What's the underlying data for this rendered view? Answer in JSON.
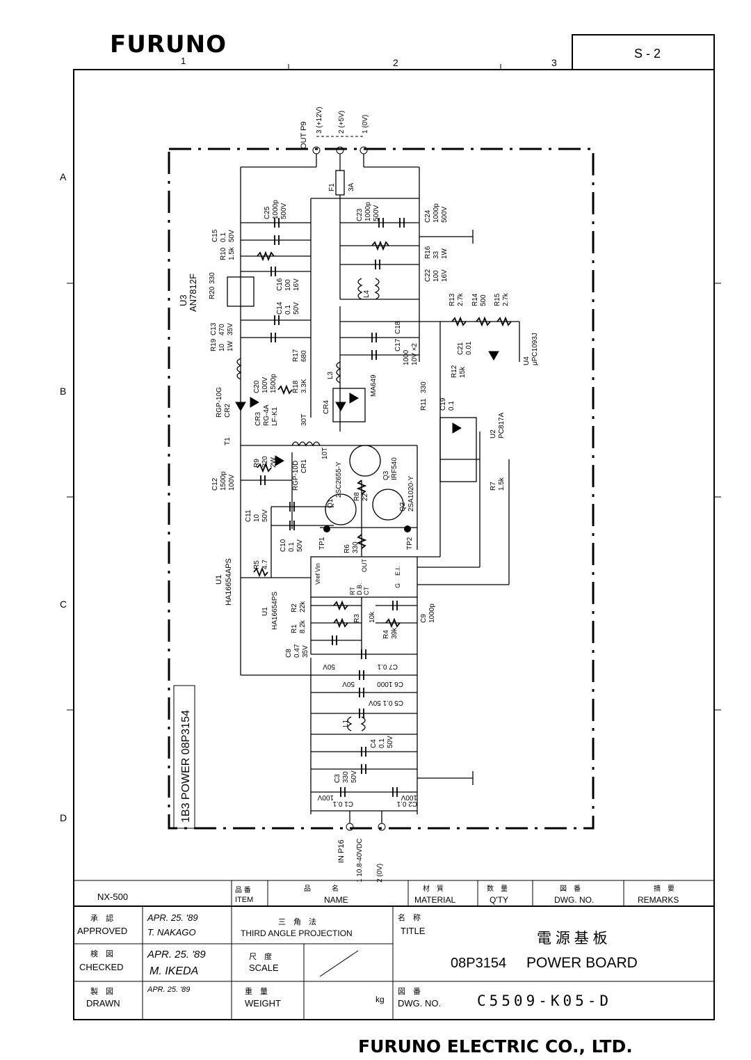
{
  "header": {
    "logo": "FURUNO",
    "sheet_no": "S - 2",
    "col_markers": [
      "1",
      "2",
      "3"
    ],
    "row_markers": [
      "A",
      "B",
      "C",
      "D"
    ]
  },
  "board": {
    "label": "1B3  POWER 08P3154",
    "out_connector": "OUT P9",
    "out_pins": [
      "3 (+12V)",
      "2 (+5V)",
      "1 (0V)"
    ],
    "in_connector": "IN P16",
    "in_pins": [
      "1 10.8-40VDC",
      "2 (0V)"
    ]
  },
  "components": {
    "F1": [
      "F1",
      "3A"
    ],
    "C25": [
      "C25",
      "1000p",
      "500V"
    ],
    "C23": [
      "C23",
      "1000p",
      "500V"
    ],
    "C24": [
      "C24",
      "1000p",
      "500V"
    ],
    "C15": [
      "C15",
      "0.1",
      "50V"
    ],
    "R10": [
      "R10",
      "1.5k"
    ],
    "R16": [
      "R16",
      "33",
      "1W"
    ],
    "C22": [
      "C22",
      "100",
      "16V"
    ],
    "U3": [
      "U3",
      "AN7812F"
    ],
    "R20": [
      "R20",
      "330"
    ],
    "C16": [
      "C16",
      "100",
      "16V"
    ],
    "C14": [
      "C14",
      "0.1",
      "50V"
    ],
    "L4": [
      "L4"
    ],
    "R13": [
      "R13",
      "2.7k"
    ],
    "R14": [
      "R14",
      "500"
    ],
    "R15": [
      "R15",
      "2.7k"
    ],
    "R19": [
      "R19",
      "10",
      "1W"
    ],
    "C13": [
      "C13",
      "470",
      "35V"
    ],
    "R17": [
      "R17",
      "680"
    ],
    "C17_C18": [
      "C17",
      "C18",
      "1000",
      "10V ×2"
    ],
    "C21": [
      "C21",
      "0.01"
    ],
    "R12": [
      "R12",
      "15k"
    ],
    "U4": [
      "U4",
      "μPC1093J"
    ],
    "C20": [
      "C20",
      "100V",
      "1500p"
    ],
    "R18": [
      "R18",
      "3.3K"
    ],
    "L3": [
      "L3"
    ],
    "MA649": [
      "MA649"
    ],
    "CR4": [
      "CR4"
    ],
    "R11": [
      "R11",
      "330"
    ],
    "C19": [
      "C19",
      "0.1"
    ],
    "CR2": [
      "RGP-10G",
      "CR2"
    ],
    "CR3": [
      "CR3",
      "RG-4A",
      "LF-K1"
    ],
    "30T": [
      "30T"
    ],
    "T1": [
      "T1"
    ],
    "U2": [
      "U2",
      "PC817A"
    ],
    "R9": [
      "R9",
      "220",
      "2W"
    ],
    "10T": [
      "10T"
    ],
    "Q3": [
      "Q3",
      "IRF540"
    ],
    "C12": [
      "C12",
      "1500p",
      "100V"
    ],
    "CR1": [
      "RGP-10D",
      "CR1"
    ],
    "Q1": [
      "Q1",
      "2SC2655-Y"
    ],
    "R8": [
      "R8",
      "22"
    ],
    "Q2": [
      "Q2",
      "2SA1020-Y"
    ],
    "R7": [
      "R7",
      "1.5k"
    ],
    "C11": [
      "C11",
      "10",
      "50V"
    ],
    "TP1": [
      "TP1"
    ],
    "TP2": [
      "TP2"
    ],
    "C10": [
      "C10",
      "0.1",
      "50V"
    ],
    "R6": [
      "R6",
      "330"
    ],
    "R5": [
      "R5",
      "4.7"
    ],
    "U1": [
      "U1",
      "HA16654APS"
    ],
    "U1b": [
      "U1",
      "HA16654PS"
    ],
    "U1pins": [
      "Vref",
      "Vin",
      "OUT",
      "RT",
      "D.B.",
      "CT",
      "G",
      "E.I."
    ],
    "R2": [
      "R2",
      "22k"
    ],
    "R3": [
      "R3",
      "10k"
    ],
    "C9": [
      "C9",
      "1000p"
    ],
    "R1": [
      "R1",
      "8.2k"
    ],
    "R4": [
      "R4",
      "39k"
    ],
    "C8": [
      "C8",
      "0.47",
      "35V"
    ],
    "C7": [
      "C7 0.1",
      "50V"
    ],
    "C6": [
      "C6 1000",
      "50V"
    ],
    "C5": [
      "C5 0.1 50V"
    ],
    "L1": [
      "L1"
    ],
    "C4": [
      "C4",
      "0.1",
      "50V"
    ],
    "C3": [
      "C3",
      "330",
      "50V"
    ],
    "C1": [
      "C1  0.1",
      "100V"
    ],
    "C2": [
      "C2  0.1",
      "100V"
    ]
  },
  "title_block": {
    "model": "NX-500",
    "item_jp": "品 番",
    "item": "ITEM",
    "name_jp": "品　　　名",
    "name": "NAME",
    "material_jp": "材　質",
    "material": "MATERIAL",
    "qty_jp": "数　量",
    "qty": "Q'TY",
    "dwg_jp": "図　番",
    "dwg": "DWG. NO.",
    "remarks_jp": "摘　要",
    "remarks": "REMARKS",
    "approved_jp": "承　認",
    "approved": "APPROVED",
    "approved_date": "APR. 25. '89",
    "approved_by": "T. NAKAGO",
    "checked_jp": "検　図",
    "checked": "CHECKED",
    "checked_date": "APR. 25. '89",
    "checked_by": "M. IKEDA",
    "drawn_jp": "製　図",
    "drawn": "DRAWN",
    "drawn_date": "APR. 25. '89",
    "projection_jp": "三　角　法",
    "projection": "THIRD ANGLE PROJECTION",
    "scale_jp": "尺　度",
    "scale": "SCALE",
    "weight_jp": "重　量",
    "weight": "WEIGHT",
    "weight_unit": "kg",
    "title_jp_label": "名　称",
    "title_label": "TITLE",
    "title_code": "08P3154",
    "title_jp": "電 源 基 板",
    "title_en": "POWER BOARD",
    "dwg_no_jp": "図　番",
    "dwg_no_label": "DWG. NO.",
    "dwg_no": "C5509-K05-D"
  },
  "footer": "FURUNO ELECTRIC CO., LTD."
}
